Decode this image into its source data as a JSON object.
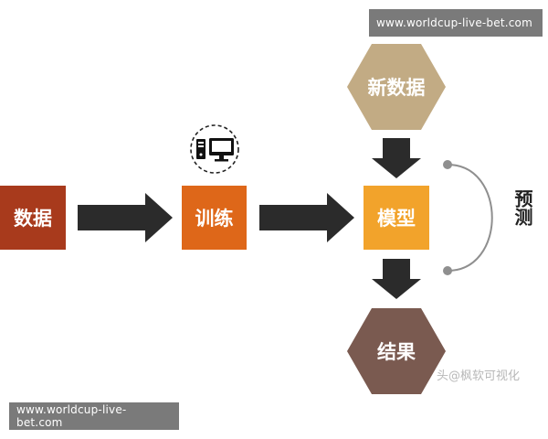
{
  "nodes": {
    "data": "数据",
    "train": "训练",
    "model": "模型",
    "new_data": "新数据",
    "result": "结果"
  },
  "predict_label": "预测",
  "watermarks": {
    "top": "www.worldcup-live-bet.com",
    "bottom": "www.worldcup-live-bet.com"
  },
  "credit": "头@枫软可视化",
  "colors": {
    "data": "#a83a1c",
    "train": "#de6719",
    "model": "#f2a32b",
    "new_data": "#c2ab84",
    "result": "#7a5a50",
    "arrow": "#2b2b2b"
  },
  "icons": [
    "computer-icon"
  ]
}
